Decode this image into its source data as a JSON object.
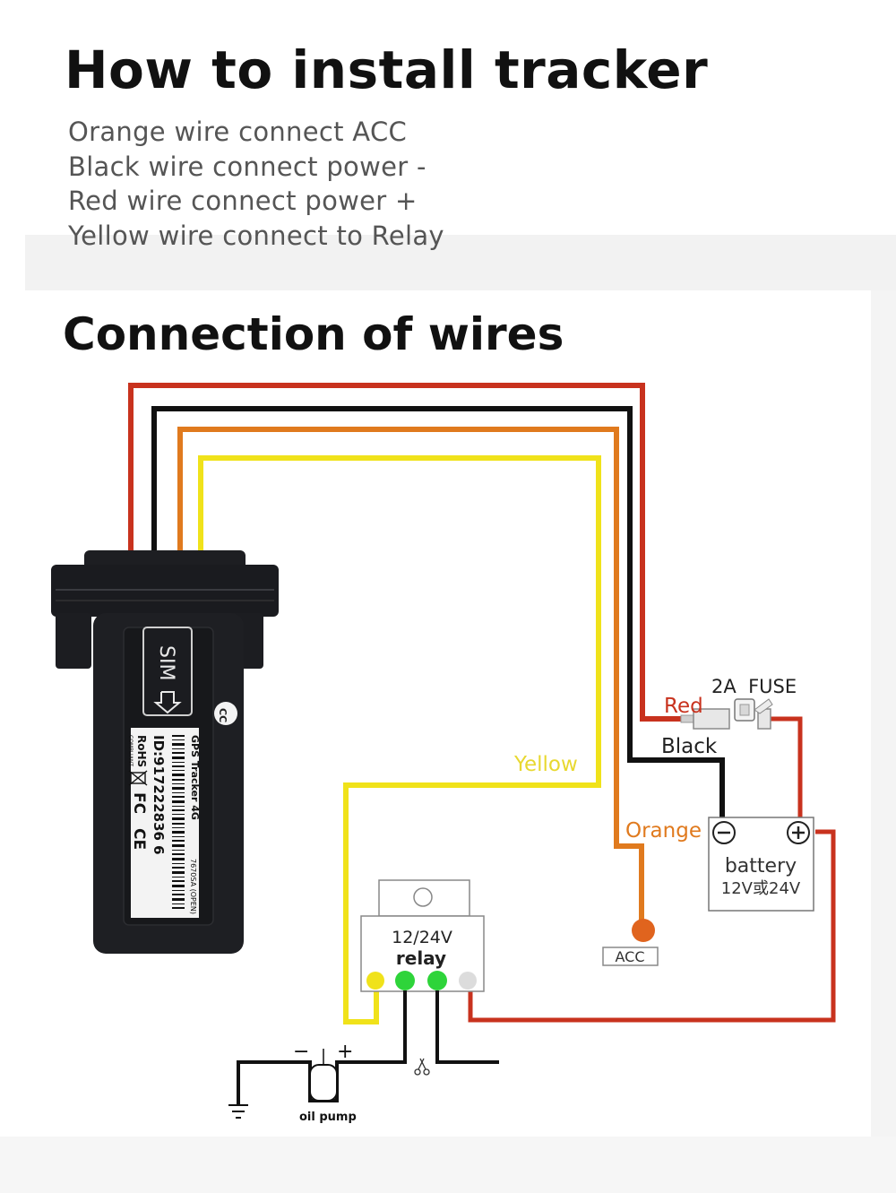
{
  "title": "How to install tracker",
  "instructions": [
    "Orange wire connect ACC",
    "Black wire connect power -",
    "Red wire connect power +",
    "Yellow wire connect to Relay"
  ],
  "section_title": "Connection of wires",
  "colors": {
    "red_wire": "#c8321e",
    "black_wire": "#111111",
    "orange_wire": "#e07a1e",
    "yellow_wire": "#f0e21a",
    "device_body": "#1e1f23"
  },
  "device": {
    "sim_label": "SIM",
    "model": "GPS Tracker 4G",
    "id": "ID:917222836 6",
    "part": "7670SA (OPEN)",
    "rohs": "RoHS",
    "rohs_sub": "COMPLIANT",
    "fc": "FC",
    "ce": "CE",
    "cc": "CC"
  },
  "wire_labels": {
    "red": "Red",
    "black": "Black",
    "orange": "Orange",
    "yellow": "Yellow"
  },
  "fuse_label": "2A  FUSE",
  "battery": {
    "label": "battery",
    "voltage": "12V或24V",
    "minus": "−",
    "plus": "+"
  },
  "acc_label": "ACC",
  "relay": {
    "voltage": "12/24V",
    "label": "relay"
  },
  "oil_pump": {
    "label": "oil pump",
    "minus": "−",
    "plus": "+"
  }
}
